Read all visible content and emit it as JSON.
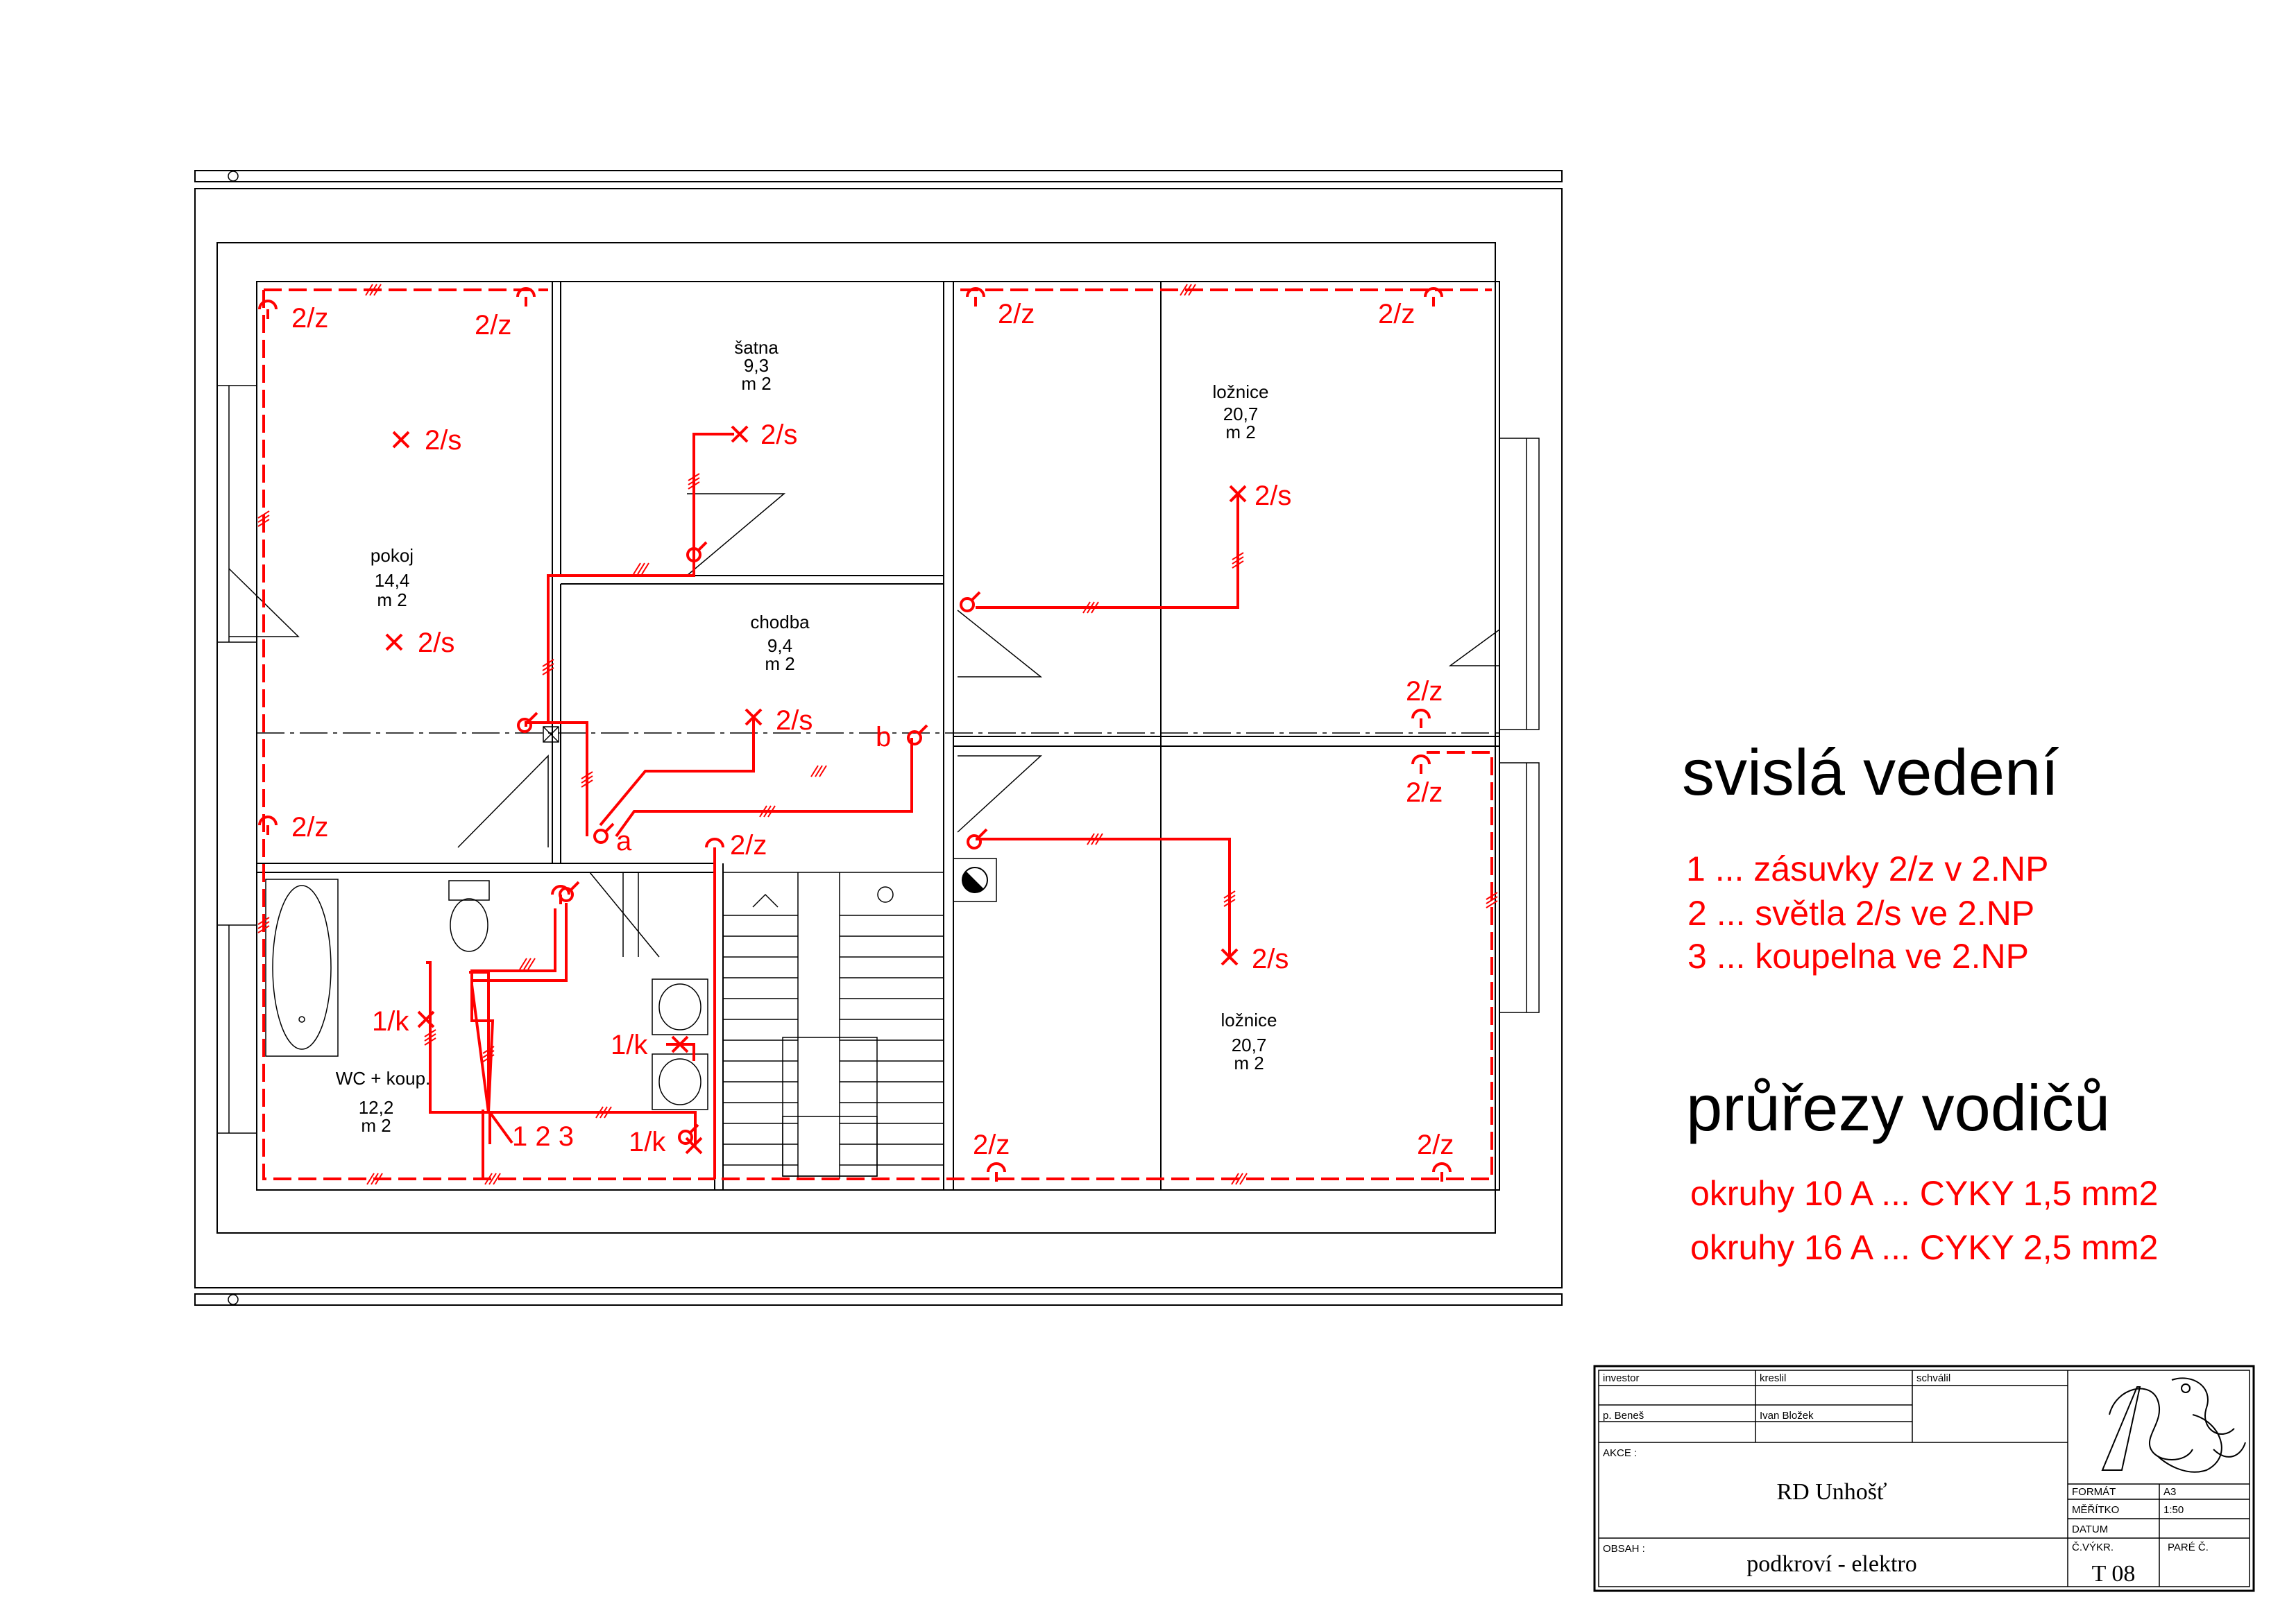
{
  "rooms": {
    "satna": {
      "name": "šatna",
      "area": "9,3",
      "unit": "m 2"
    },
    "loznice_top": {
      "name": "ložnice",
      "area": "20,7",
      "unit": "m 2"
    },
    "pokoj": {
      "name": "pokoj",
      "area": "14,4",
      "unit": "m 2"
    },
    "chodba": {
      "name": "chodba",
      "area": "9,4",
      "unit": "m 2"
    },
    "loznice_bottom": {
      "name": "ložnice",
      "area": "20,7",
      "unit": "m 2"
    },
    "wc": {
      "name": "WC + koup.",
      "area": "12,2",
      "unit": "m 2"
    }
  },
  "circuit_labels": {
    "z": "2/z",
    "s": "2/s",
    "k": "1/k",
    "a": "a",
    "b": "b",
    "risers": "1 2 3"
  },
  "legend": {
    "vertical_title": "svislá vedení",
    "vertical_items": [
      "1 ...  zásuvky 2/z v 2.NP",
      "2 ... světla 2/s ve 2.NP",
      "3 ... koupelna ve 2.NP"
    ],
    "cross_title": "průřezy vodičů",
    "cross_items": [
      "okruhy 10 A ... CYKY 1,5 mm2",
      "okruhy 16 A ... CYKY 2,5 mm2"
    ]
  },
  "title_block": {
    "investor_label": "investor",
    "drawn_label": "kreslil",
    "approved_label": "schválil",
    "investor_value": "p. Beneš",
    "drawn_value": "Ivan Bložek",
    "akce_label": "AKCE :",
    "akce_value": "RD Unhošť",
    "obsah_label": "OBSAH :",
    "obsah_value": "podkroví - elektro",
    "format_label": "FORMÁT",
    "format_value": "A3",
    "scale_label": "MĚŘÍTKO",
    "scale_value": "1:50",
    "date_label": "DATUM",
    "date_value": "",
    "drawing_no_label": "Č.VÝKR.",
    "drawing_no_value": "T 08",
    "copy_label": "PARÉ Č."
  },
  "colors": {
    "wiring": "#ff0000",
    "lines": "#000000",
    "background": "#ffffff"
  }
}
